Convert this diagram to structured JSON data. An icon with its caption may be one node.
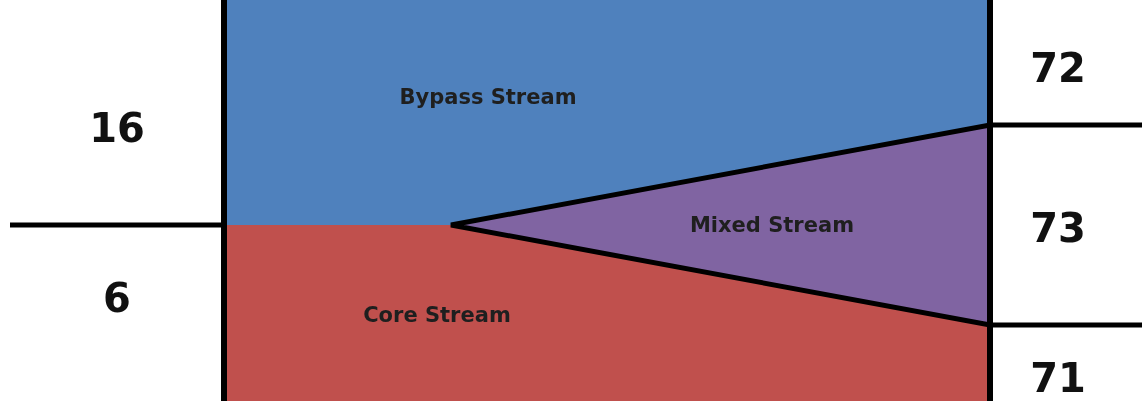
{
  "diagram": {
    "nodes": [
      {
        "text": [
          "Bypass Stream"
        ]
      },
      {
        "text": [
          "Core Stream"
        ]
      },
      {
        "text": [
          "Mixed Stream"
        ]
      }
    ],
    "labels": [
      "16",
      "6",
      "72",
      "73",
      "71"
    ]
  }
}
